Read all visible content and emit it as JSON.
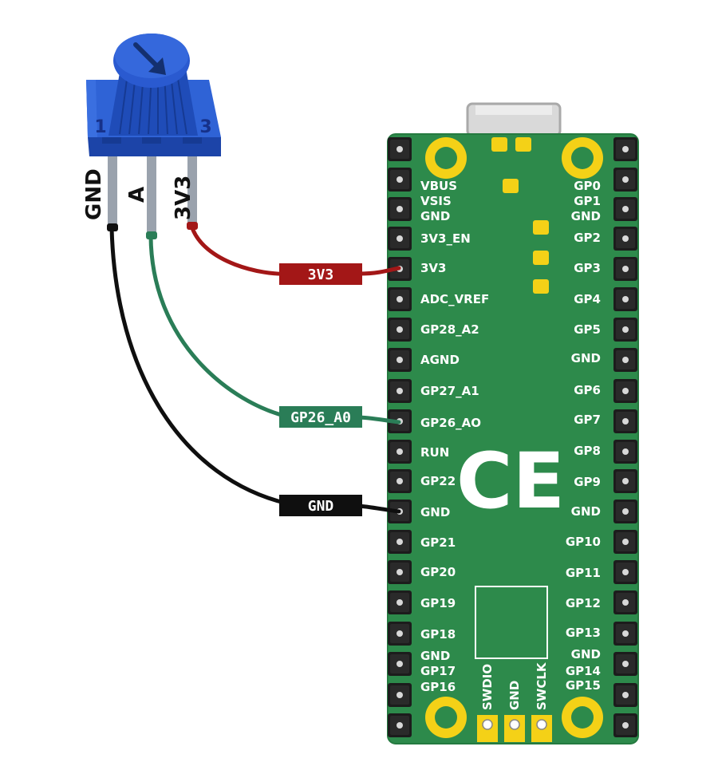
{
  "potentiometer": {
    "leads": [
      "GND",
      "A",
      "3V3"
    ],
    "pin_numbers": [
      "1",
      "3"
    ],
    "body_color": "#2656c9",
    "knob_color": "#1e49b8",
    "arrow_icon": "arrow-down-right-icon"
  },
  "wires": [
    {
      "label": "3V3",
      "color": "#a31717"
    },
    {
      "label": "GP26_A0",
      "color": "#2a7d57"
    },
    {
      "label": "GND",
      "color": "#0f0f0f"
    }
  ],
  "board": {
    "color": "#2d8a4b",
    "left_pins": [
      "VBUS",
      "VSIS",
      "GND",
      "3V3_EN",
      "3V3",
      "ADC_VREF",
      "GP28_A2",
      "AGND",
      "GP27_A1",
      "GP26_AO",
      "RUN",
      "GP22",
      "GND",
      "GP21",
      "GP20",
      "GP19",
      "GP18",
      "GND",
      "GP17",
      "GP16"
    ],
    "right_pins": [
      "GP0",
      "GP1",
      "GND",
      "GP2",
      "GP3",
      "GP4",
      "GP5",
      "GND",
      "GP6",
      "GP7",
      "GP8",
      "GP9",
      "GND",
      "GP10",
      "GP11",
      "GP12",
      "GP13",
      "GND",
      "GP14",
      "GP15"
    ],
    "debug_pins": [
      "SWDIO",
      "GND",
      "SWCLK"
    ],
    "ce_mark": "CE"
  }
}
